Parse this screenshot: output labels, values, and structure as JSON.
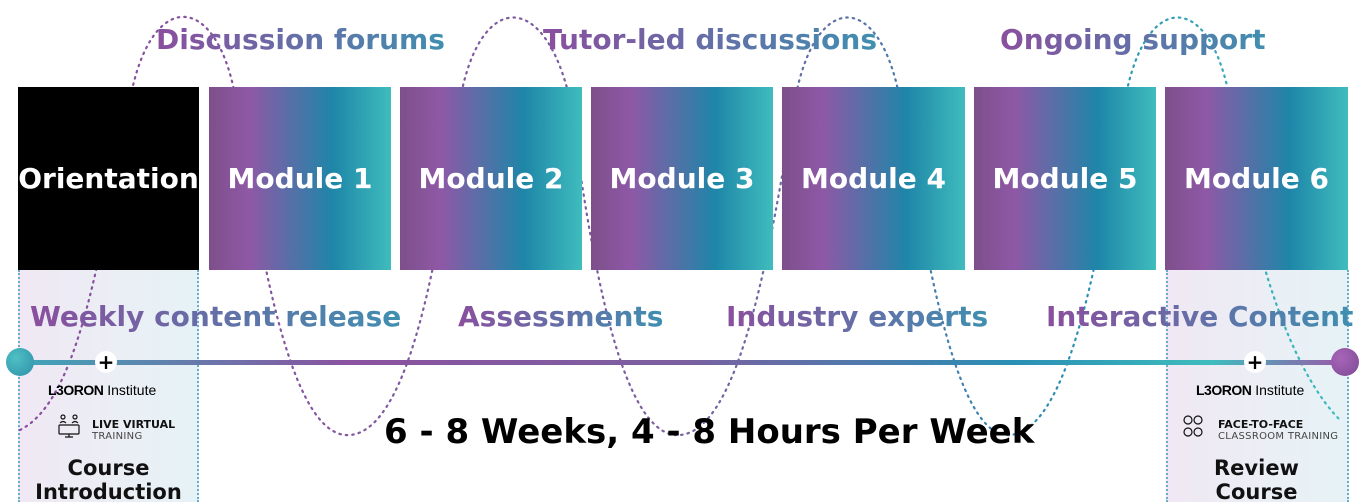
{
  "top_features": [
    "Discussion forums",
    "Tutor-led discussions",
    "Ongoing support"
  ],
  "modules": [
    "Orientation",
    "Module 1",
    "Module 2",
    "Module 3",
    "Module 4",
    "Module 5",
    "Module 6"
  ],
  "bottom_features": [
    "Weekly content release",
    "Assessments",
    "Industry experts",
    "Interactive Content"
  ],
  "duration": "6 - 8 Weeks, 4 - 8 Hours Per Week",
  "start": {
    "brand_bold": "L3ORON",
    "brand_regular": " Institute",
    "training_line1": "LIVE VIRTUAL",
    "training_line2": "TRAINING",
    "training_icon": "virtual-training-icon",
    "course_label_1": "Course",
    "course_label_2": "Introduction"
  },
  "end": {
    "brand_bold": "L3ORON",
    "brand_regular": " Institute",
    "training_line1": "FACE-TO-FACE",
    "training_line2": "CLASSROOM TRAINING",
    "training_icon": "classroom-training-icon",
    "course_label_1": "Review",
    "course_label_2": "Course"
  },
  "colors": {
    "purple": "#8f58a6",
    "teal": "#1e86a8",
    "orientation": "#000000"
  }
}
